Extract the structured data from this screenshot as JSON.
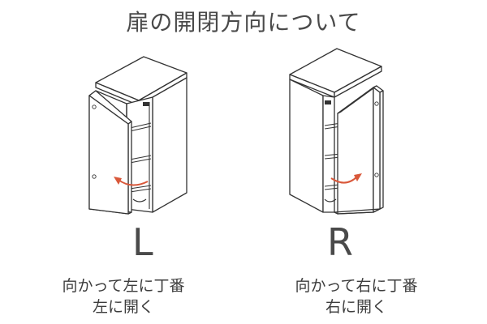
{
  "title": "扉の開閉方向について",
  "colors": {
    "line": "#333333",
    "arrow": "#d9583a",
    "text": "#4a4a4a"
  },
  "left": {
    "letter": "L",
    "caption_line1": "向かって左に丁番",
    "caption_line2": "左に開く"
  },
  "right": {
    "letter": "R",
    "caption_line1": "向かって右に丁番",
    "caption_line2": "右に開く"
  }
}
